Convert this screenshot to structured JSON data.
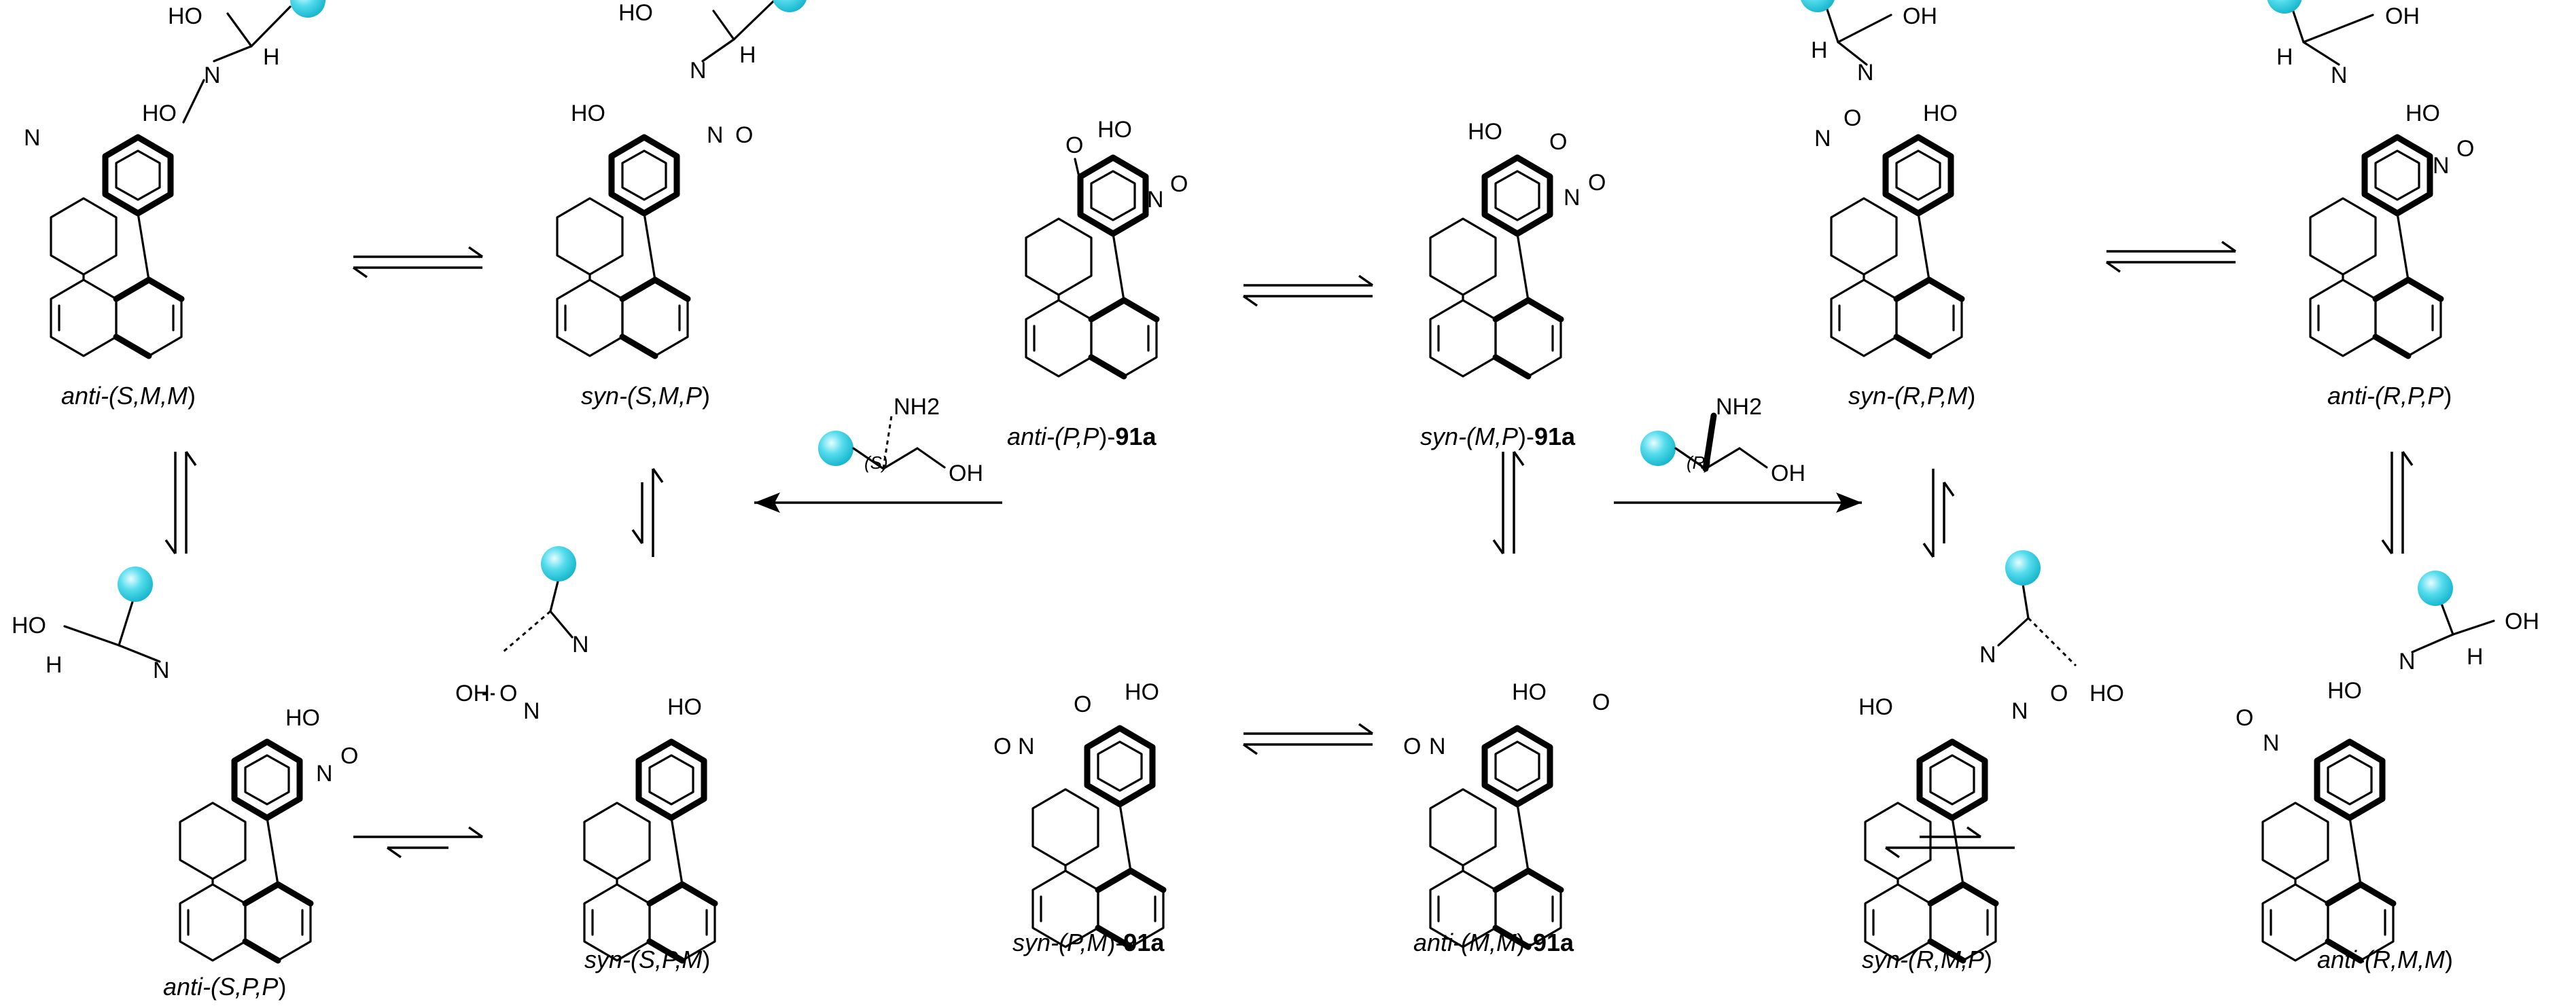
{
  "compounds": [
    {
      "id": "c1",
      "prefix": "anti-(",
      "mid": "S,M,M",
      "suffix": ")",
      "bold": ""
    },
    {
      "id": "c2",
      "prefix": "syn-(",
      "mid": "S,M,P",
      "suffix": ")",
      "bold": ""
    },
    {
      "id": "c3",
      "prefix": "anti-(",
      "mid": "P,P",
      "suffix": ")-",
      "bold": "91a"
    },
    {
      "id": "c4",
      "prefix": "syn-(",
      "mid": "M,P",
      "suffix": ")-",
      "bold": "91a"
    },
    {
      "id": "c5",
      "prefix": "syn-(",
      "mid": "R,P,M",
      "suffix": ")",
      "bold": ""
    },
    {
      "id": "c6",
      "prefix": "anti-(",
      "mid": "R,P,P",
      "suffix": ")",
      "bold": ""
    },
    {
      "id": "c7",
      "prefix": "anti-(",
      "mid": "S,P,P",
      "suffix": ")",
      "bold": ""
    },
    {
      "id": "c8",
      "prefix": "syn-(",
      "mid": "S,P,M",
      "suffix": ")",
      "bold": ""
    },
    {
      "id": "c9",
      "prefix": "syn-(",
      "mid": "P,M",
      "suffix": ")-",
      "bold": "91a"
    },
    {
      "id": "c10",
      "prefix": "anti-(",
      "mid": "M,M",
      "suffix": ")-",
      "bold": "91a"
    },
    {
      "id": "c11",
      "prefix": "syn-(",
      "mid": "R,M,P",
      "suffix": ")",
      "bold": ""
    },
    {
      "id": "c12",
      "prefix": "anti-(",
      "mid": "R,M,M",
      "suffix": ")",
      "bold": ""
    }
  ],
  "atoms": {
    "ho": "HO",
    "oh": "OH",
    "n": "N",
    "o": "O",
    "h": "H",
    "n_oxide": "N",
    "o_minus": "O",
    "nh2": "NH2",
    "stereo_s": "(S)",
    "stereo_r": "(R)"
  },
  "colors": {
    "sphere_light": "#b8f4fb",
    "sphere_dark": "#1fc6dc",
    "line": "#000000"
  }
}
